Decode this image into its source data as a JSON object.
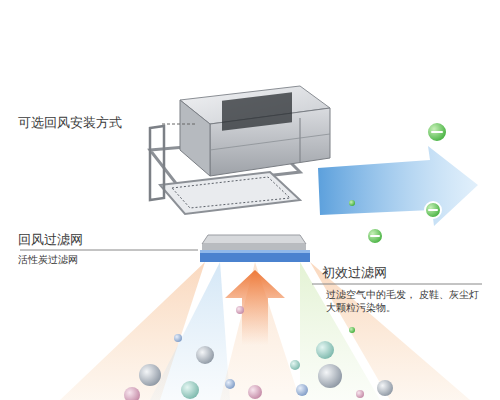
{
  "diagram": {
    "labels": [
      "可选回风安装方式",
      "回风过滤网",
      "活性炭过滤网",
      "初效过滤网",
      "过滤空气中的毛发， 皮鞋、灰尘灯大颗粒污染物。"
    ]
  }
}
